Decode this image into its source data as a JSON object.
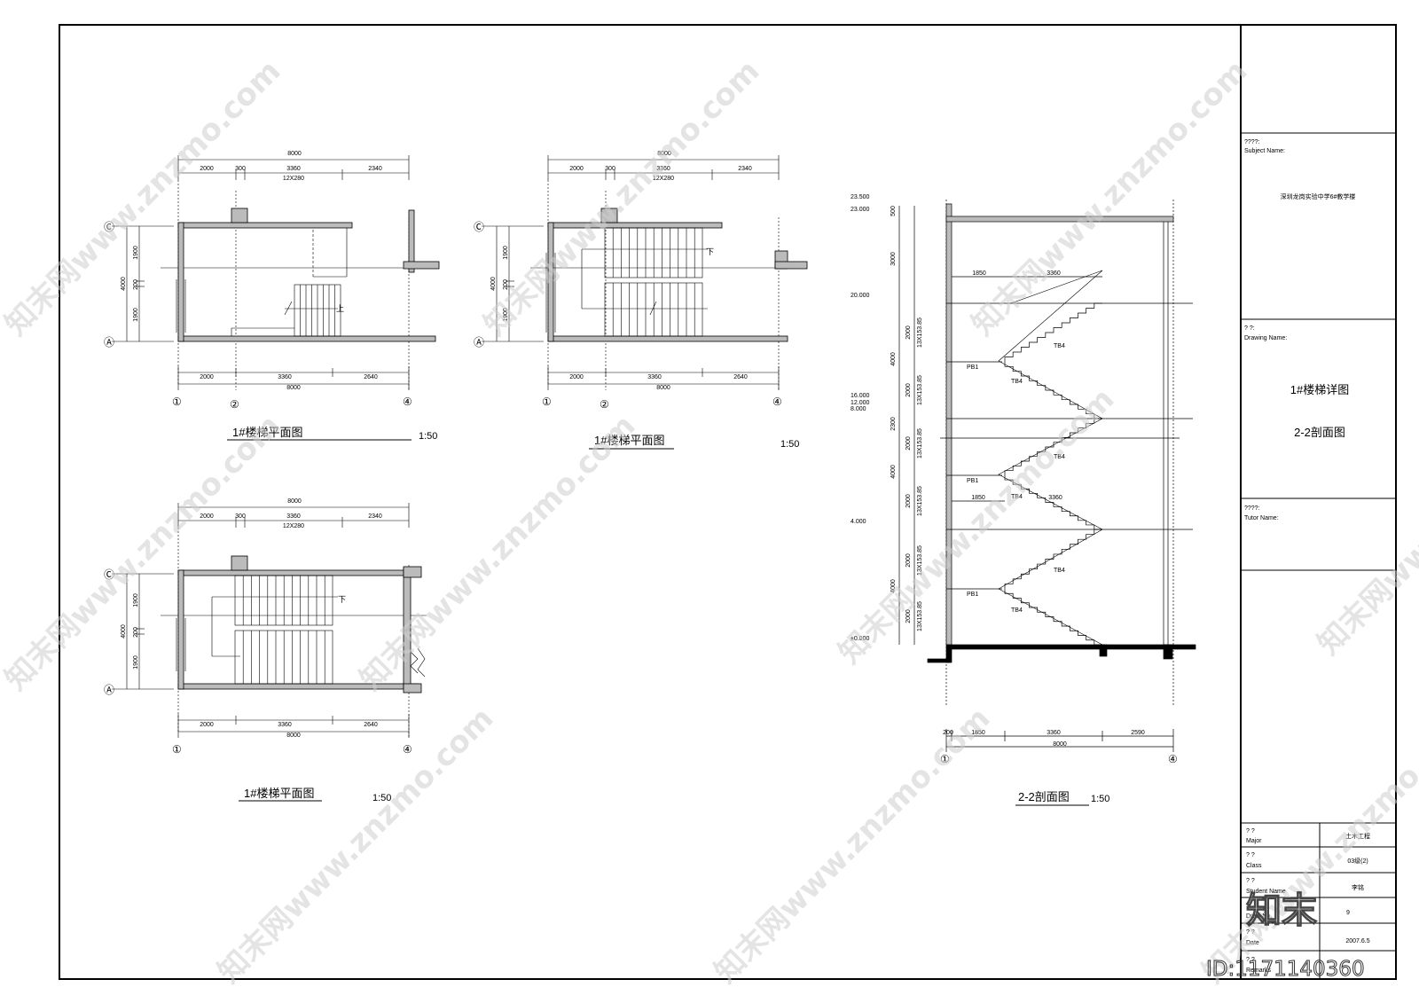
{
  "title_block": {
    "subject_label_cn": "????:",
    "subject_label_en": "Subject  Name:",
    "subject_value": "深圳龙岗实验中学6#教学楼",
    "drawing_label_cn": "? ?:",
    "drawing_label_en": "Drawing  Name:",
    "drawing_name_1": "1#楼梯详图",
    "drawing_name_2": "2-2剖面图",
    "tutor_label_cn": "????:",
    "tutor_label_en": "Tutor Name:",
    "major_label_cn": "? ?",
    "major_label_en": "Major",
    "major_value": "土木工程",
    "class_label_cn": "? ?",
    "class_label_en": "Class",
    "class_value": "03级(2)",
    "student_label_cn": "? ?",
    "student_label_en": "Student Name",
    "student_value": "李铭",
    "drawno_label_en": "Draw  No.",
    "drawno_value": "9",
    "date_label_cn": "? ?",
    "date_label_en": "Date",
    "date_value": "2007.6.5",
    "remarks_label_cn": "? ?",
    "remarks_label_en": "Remarks"
  },
  "plan_a": {
    "title": "1#楼梯平面图",
    "scale": "1:50",
    "dim_total": "8000",
    "dims_top": [
      "2000",
      "300",
      "3360",
      "2340"
    ],
    "tread_note": "12X280",
    "dims_left": [
      "1900",
      "200",
      "1900"
    ],
    "dim_left_total": "4000",
    "dims_bottom": [
      "2000",
      "3360",
      "2640"
    ],
    "axes_bottom": [
      "①",
      "②",
      "④"
    ],
    "axes_left": [
      "Ⓒ",
      "Ⓐ"
    ],
    "arrow_label": "上"
  },
  "plan_b": {
    "title": "1#楼梯平面图",
    "scale": "1:50",
    "dim_total": "8000",
    "dims_top": [
      "2000",
      "300",
      "3360",
      "2340"
    ],
    "tread_note": "12X280",
    "dims_left": [
      "1900",
      "200",
      "1900"
    ],
    "dim_left_total": "4000",
    "dims_bottom": [
      "2000",
      "3360",
      "2640"
    ],
    "axes_bottom": [
      "①",
      "②",
      "④"
    ],
    "axes_left": [
      "Ⓒ",
      "Ⓐ"
    ],
    "arrow_label": "下"
  },
  "plan_c": {
    "title": "1#楼梯平面图",
    "scale": "1:50",
    "dim_total": "8000",
    "dims_top": [
      "2000",
      "300",
      "3360",
      "2340"
    ],
    "tread_note": "12X280",
    "dims_left": [
      "1900",
      "200",
      "1900"
    ],
    "dim_left_total": "4000",
    "dims_bottom": [
      "2000",
      "3360",
      "2640"
    ],
    "axes_bottom": [
      "①",
      "④"
    ],
    "axes_left": [
      "Ⓒ",
      "Ⓐ"
    ],
    "arrow_label": "下"
  },
  "section": {
    "title": "2-2剖面图",
    "scale": "1:50",
    "elevations": [
      "23.500",
      "23.000",
      "20.000",
      "16.000",
      "12.000",
      "8.000",
      "4.000",
      "±0.000"
    ],
    "vert_dims": [
      "500",
      "3000",
      "2000",
      "4000",
      "2000",
      "2300",
      "2000",
      "4000",
      "2000",
      "2000",
      "4000",
      "2000"
    ],
    "riser_note": "13X153.85",
    "dims_bottom": [
      "200",
      "1850",
      "3360",
      "2590"
    ],
    "dim_total": "8000",
    "dims_top_inner": [
      "1850",
      "3360"
    ],
    "dim_mid": "1850",
    "labels": [
      "TB4",
      "TB4",
      "TB4",
      "TB4",
      "TB4",
      "TB4",
      "PB1",
      "PB1",
      "PB1"
    ],
    "axes_bottom": [
      "①",
      "④"
    ]
  },
  "watermark": {
    "text": "知末网www.znzmo.com",
    "logo": "知末",
    "id": "ID:1171140360"
  }
}
